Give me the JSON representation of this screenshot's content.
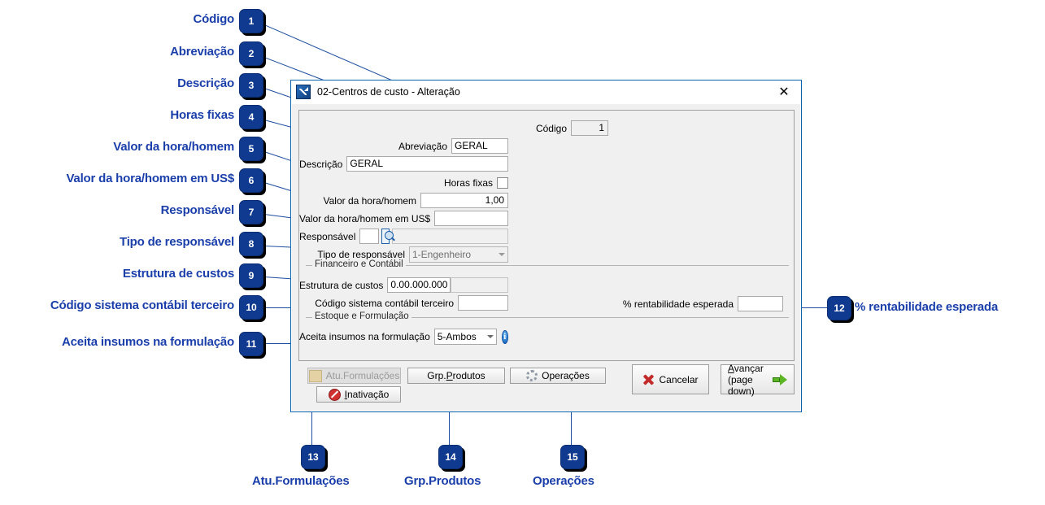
{
  "dialog": {
    "title": "02-Centros de custo - Alteração",
    "title_icon": "app-arrow-icon",
    "close_icon": "✕",
    "fields": {
      "codigo": {
        "label": "Código",
        "value": "1"
      },
      "abreviacao": {
        "label": "Abreviação",
        "value": "GERAL"
      },
      "descricao": {
        "label": "Descrição",
        "value": "GERAL"
      },
      "horas_fixas": {
        "label": "Horas fixas",
        "checked": false
      },
      "valor_hora_homem": {
        "label": "Valor da hora/homem",
        "value": "1,00"
      },
      "valor_hora_homem_usd": {
        "label": "Valor da hora/homem em US$",
        "value": ""
      },
      "responsavel": {
        "label": "Responsável",
        "value": "",
        "name_value": ""
      },
      "tipo_responsavel": {
        "label": "Tipo de responsável",
        "value": "1-Engenheiro"
      },
      "estrutura_custos": {
        "label": "Estrutura de custos",
        "value": "0.00.000.000",
        "desc_value": ""
      },
      "codigo_sistema_contabil": {
        "label": "Código sistema contábil terceiro",
        "value": ""
      },
      "rentabilidade": {
        "label": "% rentabilidade esperada",
        "value": ""
      },
      "aceita_insumos": {
        "label": "Aceita insumos na formulação",
        "value": "5-Ambos"
      }
    },
    "groups": {
      "financeiro": "Financeiro e Contábil",
      "estoque": "Estoque e Formulação"
    },
    "buttons": {
      "atu_formulacoes": {
        "label": "Atu.Formulações",
        "disabled": true
      },
      "inativacao": {
        "label": "Inativação",
        "accel": "I"
      },
      "grp_produtos": {
        "label": "Grp.Produtos",
        "accel": "P"
      },
      "operacoes": {
        "label": "Operações"
      },
      "cancelar": {
        "label": "Cancelar"
      },
      "avancar_line1": "Avançar",
      "avancar_line2": "(page down)"
    }
  },
  "annotations": {
    "left": [
      {
        "n": "1",
        "label": "Código"
      },
      {
        "n": "2",
        "label": "Abreviação"
      },
      {
        "n": "3",
        "label": "Descrição"
      },
      {
        "n": "4",
        "label": "Horas fixas"
      },
      {
        "n": "5",
        "label": "Valor da hora/homem"
      },
      {
        "n": "6",
        "label": "Valor da hora/homem em US$"
      },
      {
        "n": "7",
        "label": "Responsável"
      },
      {
        "n": "8",
        "label": "Tipo de responsável"
      },
      {
        "n": "9",
        "label": "Estrutura de custos"
      },
      {
        "n": "10",
        "label": "Código sistema contábil terceiro"
      },
      {
        "n": "11",
        "label": "Aceita insumos na formulação"
      }
    ],
    "right": [
      {
        "n": "12",
        "label": "% rentabilidade esperada"
      }
    ],
    "bottom": [
      {
        "n": "13",
        "label": "Atu.Formulações"
      },
      {
        "n": "14",
        "label": "Grp.Produtos"
      },
      {
        "n": "15",
        "label": "Operações"
      }
    ]
  },
  "colors": {
    "annotation_blue": "#1a3faa",
    "badge_blue": "#103a8f",
    "dialog_border": "#0a64b0",
    "panel_bg": "#f0f0f0"
  }
}
